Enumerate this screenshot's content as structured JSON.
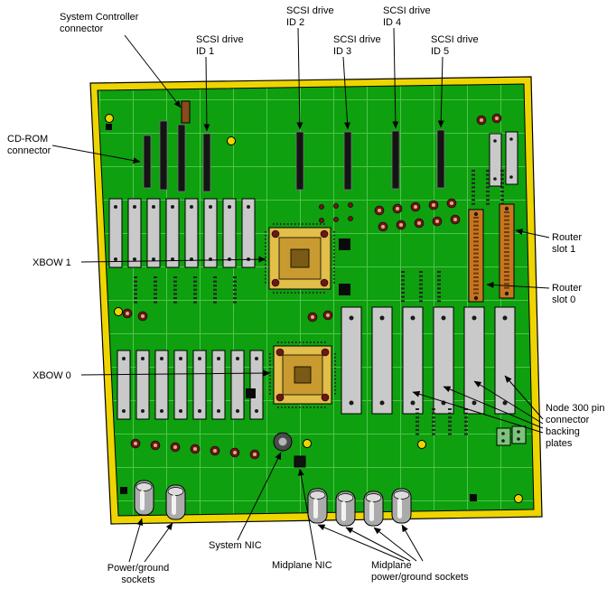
{
  "labels": {
    "system_controller": {
      "lines": [
        "System Controller",
        "connector"
      ]
    },
    "scsi_id_1": {
      "lines": [
        "SCSI drive",
        "ID 1"
      ]
    },
    "scsi_id_2": {
      "lines": [
        "SCSI drive",
        "ID 2"
      ]
    },
    "scsi_id_3": {
      "lines": [
        "SCSI drive",
        "ID 3"
      ]
    },
    "scsi_id_4": {
      "lines": [
        "SCSI drive",
        "ID 4"
      ]
    },
    "scsi_id_5": {
      "lines": [
        "SCSI drive",
        "ID 5"
      ]
    },
    "cdrom": {
      "lines": [
        "CD-ROM",
        "connector"
      ]
    },
    "xbow_1": {
      "lines": [
        "XBOW 1"
      ]
    },
    "xbow_0": {
      "lines": [
        "XBOW 0"
      ]
    },
    "router_slot_1": {
      "lines": [
        "Router",
        "slot 1"
      ]
    },
    "router_slot_0": {
      "lines": [
        "Router",
        "slot 0"
      ]
    },
    "node_300": {
      "lines": [
        "Node 300 pin",
        "connector",
        "backing",
        "plates"
      ]
    },
    "power_ground": {
      "lines": [
        "Power/ground",
        "sockets"
      ]
    },
    "system_nic": {
      "lines": [
        "System NIC"
      ]
    },
    "midplane_nic": {
      "lines": [
        "Midplane NIC"
      ]
    },
    "midplane_power": {
      "lines": [
        "Midplane",
        "power/ground sockets"
      ]
    }
  },
  "colors": {
    "board_green": "#0EA00E",
    "grid_green": "#4FC44F",
    "edge_yellow": "#EFD500",
    "plate_gray": "#C9C9C9",
    "connector_black": "#141414",
    "router_orange": "#C8761E",
    "router_pin_brown": "#6B3A0E",
    "xbow_gold_outer": "#E2BE4A",
    "xbow_gold_mid": "#C89A30",
    "xbow_core": "#7A5A14",
    "cap_ring": "#6E1616",
    "cap_center": "#D9B07A",
    "cylinder_gray": "#ABABAB",
    "brown_connector": "#8A4A1A",
    "green_block": "#7CC47C"
  }
}
